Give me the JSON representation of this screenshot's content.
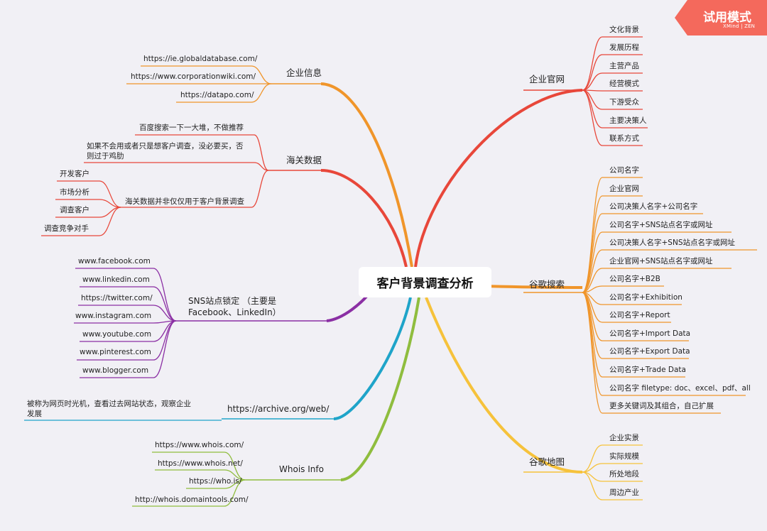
{
  "root": "客户背景调查分析",
  "badge": {
    "title": "试用模式",
    "sub": "XMind | ZEN"
  },
  "colors": {
    "red": "#e8473a",
    "orange": "#f0952a",
    "purple": "#8b2fa4",
    "blue": "#1fa4c9",
    "green": "#8fbd3e",
    "yellow": "#f6c23b",
    "badge": "#f4695c"
  },
  "right": {
    "company_site": {
      "title": "企业官网",
      "items": [
        "文化背景",
        "发展历程",
        "主营产品",
        "经营模式",
        "下游受众",
        "主要决策人",
        "联系方式"
      ]
    },
    "google_search": {
      "title": "谷歌搜索",
      "items": [
        "公司名字",
        "企业官网",
        "公司决策人名字+公司名字",
        "公司名字+SNS站点名字或网址",
        "公司决策人名字+SNS站点名字或网址",
        "企业官网+SNS站点名字或网址",
        "公司名字+B2B",
        "公司名字+Exhibition",
        "公司名字+Report",
        "公司名字+Import Data",
        "公司名字+Export Data",
        "公司名字+Trade Data",
        "公司名字 filetype: doc、excel、pdf、all",
        "更多关键词及其组合，自己扩展"
      ]
    },
    "google_maps": {
      "title": "谷歌地图",
      "items": [
        "企业实景",
        "实际规模",
        "所处地段",
        "周边产业"
      ]
    }
  },
  "left": {
    "company_info": {
      "title": "企业信息",
      "items": [
        "https://ie.globaldatabase.com/",
        "https://www.corporationwiki.com/",
        "https://datapo.com/"
      ]
    },
    "customs": {
      "title": "海关数据",
      "item1": "百度搜索一下一大堆，不做推荐",
      "item2": "如果不会用或者只是想客户调查，没必要买，否则过于鸡肋",
      "item3": "海关数据并非仅仅用于客户背景调查",
      "sub": [
        "开发客户",
        "市场分析",
        "调查客户",
        "调查竞争对手"
      ]
    },
    "sns": {
      "title": "SNS站点锁定 （主要是Facebook、LinkedIn）",
      "items": [
        "www.facebook.com",
        "www.linkedin.com",
        "https://twitter.com/",
        "www.instagram.com",
        "www.youtube.com",
        "www.pinterest.com",
        "www.blogger.com"
      ]
    },
    "archive": {
      "title": "https://archive.org/web/",
      "note": "被称为网页时光机，查看过去网站状态，观察企业发展"
    },
    "whois": {
      "title": "Whois Info",
      "items": [
        "https://www.whois.com/",
        "https://www.whois.net/",
        "https://who.is/",
        "http://whois.domaintools.com/"
      ]
    }
  }
}
